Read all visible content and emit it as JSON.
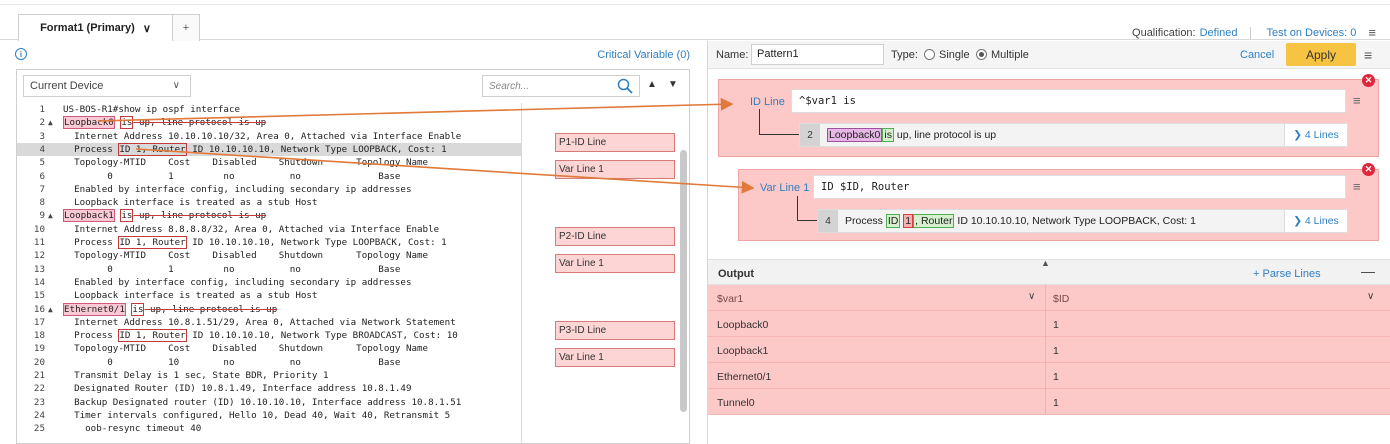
{
  "tabs": {
    "primary_label": "Format1 (Primary)",
    "add_label": "+"
  },
  "header": {
    "qualification_label": "Qualification:",
    "qualification_value": "Defined",
    "test_label": "Test on Devices: 0"
  },
  "left": {
    "critical_variable": "Critical Variable (0)",
    "device_select": "Current Device",
    "search_placeholder": "Search...",
    "lines": [
      {
        "n": "1",
        "t": "US-BOS-R1#show ip ospf interface"
      },
      {
        "n": "2",
        "t": "Loopback0 is up, line protocol is up"
      },
      {
        "n": "3",
        "t": "  Internet Address 10.10.10.10/32, Area 0, Attached via Interface Enable"
      },
      {
        "n": "4",
        "t": "  Process ID 1, Router ID 10.10.10.10, Network Type LOOPBACK, Cost: 1"
      },
      {
        "n": "5",
        "t": "  Topology-MTID    Cost    Disabled    Shutdown      Topology Name"
      },
      {
        "n": "6",
        "t": "        0          1         no          no              Base"
      },
      {
        "n": "7",
        "t": "  Enabled by interface config, including secondary ip addresses"
      },
      {
        "n": "8",
        "t": "  Loopback interface is treated as a stub Host"
      },
      {
        "n": "9",
        "t": "Loopback1 is up, line protocol is up"
      },
      {
        "n": "10",
        "t": "  Internet Address 8.8.8.8/32, Area 0, Attached via Interface Enable"
      },
      {
        "n": "11",
        "t": "  Process ID 1, Router ID 10.10.10.10, Network Type LOOPBACK, Cost: 1"
      },
      {
        "n": "12",
        "t": "  Topology-MTID    Cost    Disabled    Shutdown      Topology Name"
      },
      {
        "n": "13",
        "t": "        0          1         no          no              Base"
      },
      {
        "n": "14",
        "t": "  Enabled by interface config, including secondary ip addresses"
      },
      {
        "n": "15",
        "t": "  Loopback interface is treated as a stub Host"
      },
      {
        "n": "16",
        "t": "Ethernet0/1 is up, line protocol is up"
      },
      {
        "n": "17",
        "t": "  Internet Address 10.8.1.51/29, Area 0, Attached via Network Statement"
      },
      {
        "n": "18",
        "t": "  Process ID 1, Router ID 10.10.10.10, Network Type BROADCAST, Cost: 10"
      },
      {
        "n": "19",
        "t": "  Topology-MTID    Cost    Disabled    Shutdown      Topology Name"
      },
      {
        "n": "20",
        "t": "        0          10        no          no              Base"
      },
      {
        "n": "21",
        "t": "  Transmit Delay is 1 sec, State BDR, Priority 1"
      },
      {
        "n": "22",
        "t": "  Designated Router (ID) 10.8.1.49, Interface address 10.8.1.49"
      },
      {
        "n": "23",
        "t": "  Backup Designated router (ID) 10.10.10.10, Interface address 10.8.1.51"
      },
      {
        "n": "24",
        "t": "  Timer intervals configured, Hello 10, Dead 40, Wait 40, Retransmit 5"
      },
      {
        "n": "25",
        "t": "    oob-resync timeout 40"
      }
    ],
    "annotations": [
      "P1-ID Line",
      "Var Line 1",
      "P2-ID Line",
      "Var Line 1",
      "P3-ID Line",
      "Var Line 1"
    ]
  },
  "right": {
    "name_label": "Name:",
    "name_value": "Pattern1",
    "type_label": "Type:",
    "type_single": "Single",
    "type_multiple": "Multiple",
    "cancel": "Cancel",
    "apply": "Apply",
    "id_line": {
      "label": "ID Line",
      "expr": "^$var1 is",
      "line_num": "2",
      "match_var": "Loopback0",
      "match_g": "is",
      "match_rest": " up, line protocol is up",
      "more": "4 Lines"
    },
    "var_line": {
      "label": "Var Line 1",
      "expr": "ID $ID, Router",
      "line_num": "4",
      "pre": "Process ",
      "g1": "ID",
      "val": "1",
      "g2": ", Router",
      "rest": " ID 10.10.10.10, Network Type LOOPBACK, Cost: 1",
      "more": "4 Lines"
    },
    "output": {
      "title": "Output",
      "parse_lines": "+ Parse Lines",
      "col1": "$var1",
      "col2": "$ID",
      "rows": [
        {
          "var1": "Loopback0",
          "id": "1"
        },
        {
          "var1": "Loopback1",
          "id": "1"
        },
        {
          "var1": "Ethernet0/1",
          "id": "1"
        },
        {
          "var1": "Tunnel0",
          "id": "1"
        }
      ]
    }
  },
  "colors": {
    "accent_blue": "#2f7fc1",
    "apply_yellow": "#f6c343",
    "pattern_pink": "#fcc8c8",
    "close_red": "#e0263b",
    "arrow_orange": "#e07a3a"
  }
}
